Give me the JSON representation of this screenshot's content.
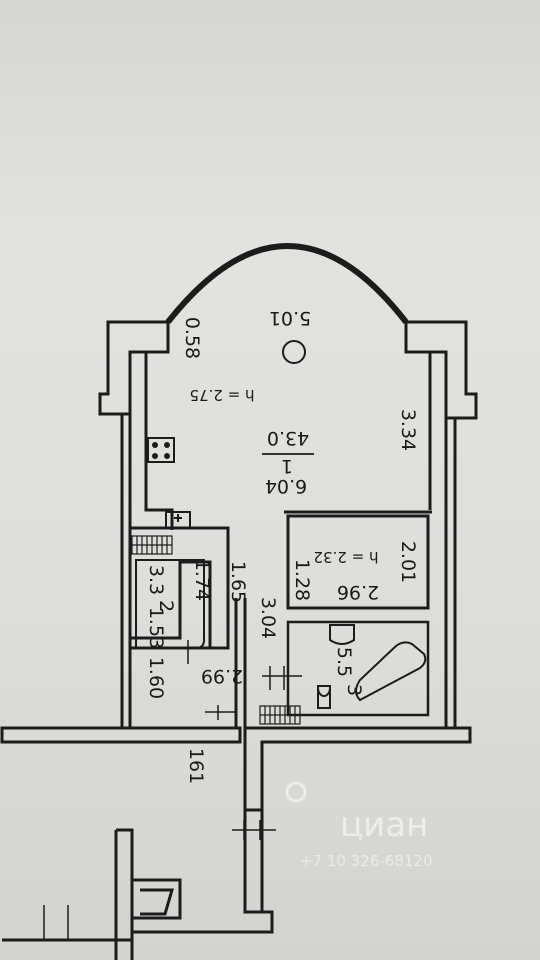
{
  "plan": {
    "room_number": "1",
    "total_area": "43.0",
    "ceiling_main": "h = 2.75",
    "ceiling_niche": "h = 2.32",
    "bay_width": "5.01",
    "bay_side": "0.58",
    "main_length": "6.04",
    "right_wall": "3.34",
    "niche_height": "2.01",
    "niche_width": "2.96",
    "niche_depth": "1.28",
    "corridor_width": "1.65",
    "corridor_length": "3.04",
    "hall_width": "2.99",
    "hall_depth": "1.60",
    "wc_number": "2",
    "wc_area": "3.3",
    "wc_width": "1.53",
    "wc_depth": "1.74",
    "bath_number": "3",
    "bath_area": "5.5",
    "entry_width": "161"
  },
  "watermark": {
    "brand": "циан",
    "phone": "+7 10 326-68120"
  },
  "colors": {
    "wall": "#1c1c1c",
    "paper": "#e0e0dd",
    "watermark": "#ffffff"
  }
}
